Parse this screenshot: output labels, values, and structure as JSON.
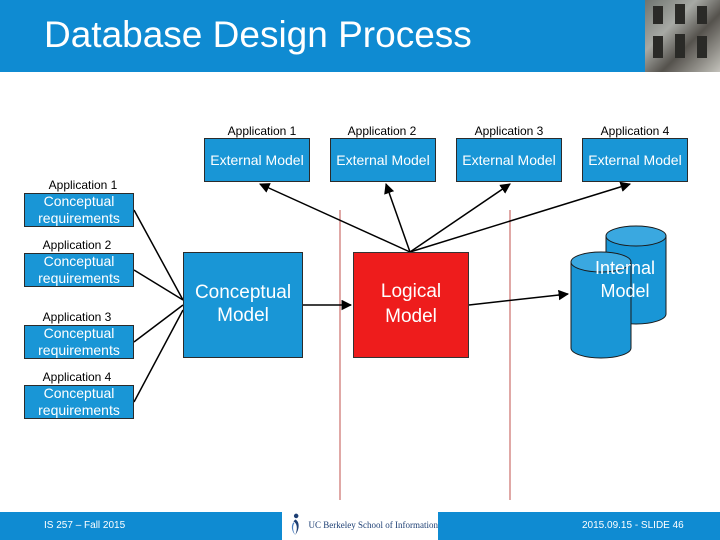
{
  "slide": {
    "title": "Database Design Process",
    "footer_left": "IS 257 – Fall 2015",
    "footer_right": "2015.09.15 - SLIDE 46",
    "logo_text": "UC Berkeley School of Information"
  },
  "external_models": [
    {
      "app": "Application 1",
      "label": "External Model"
    },
    {
      "app": "Application 2",
      "label": "External Model"
    },
    {
      "app": "Application 3",
      "label": "External Model"
    },
    {
      "app": "Application 4",
      "label": "External Model"
    }
  ],
  "requirements": [
    {
      "app": "Application 1",
      "label": "Conceptual requirements"
    },
    {
      "app": "Application 2",
      "label": "Conceptual requirements"
    },
    {
      "app": "Application 3",
      "label": "Conceptual requirements"
    },
    {
      "app": "Application 4",
      "label": "Conceptual requirements"
    }
  ],
  "conceptual_model": "Conceptual Model",
  "logical_model": "Logical Model",
  "internal_model": "Internal Model",
  "colors": {
    "header": "#0f8bd2",
    "box": "#1996d6",
    "logical": "#ee1c1c",
    "divider": "#c0504d"
  }
}
